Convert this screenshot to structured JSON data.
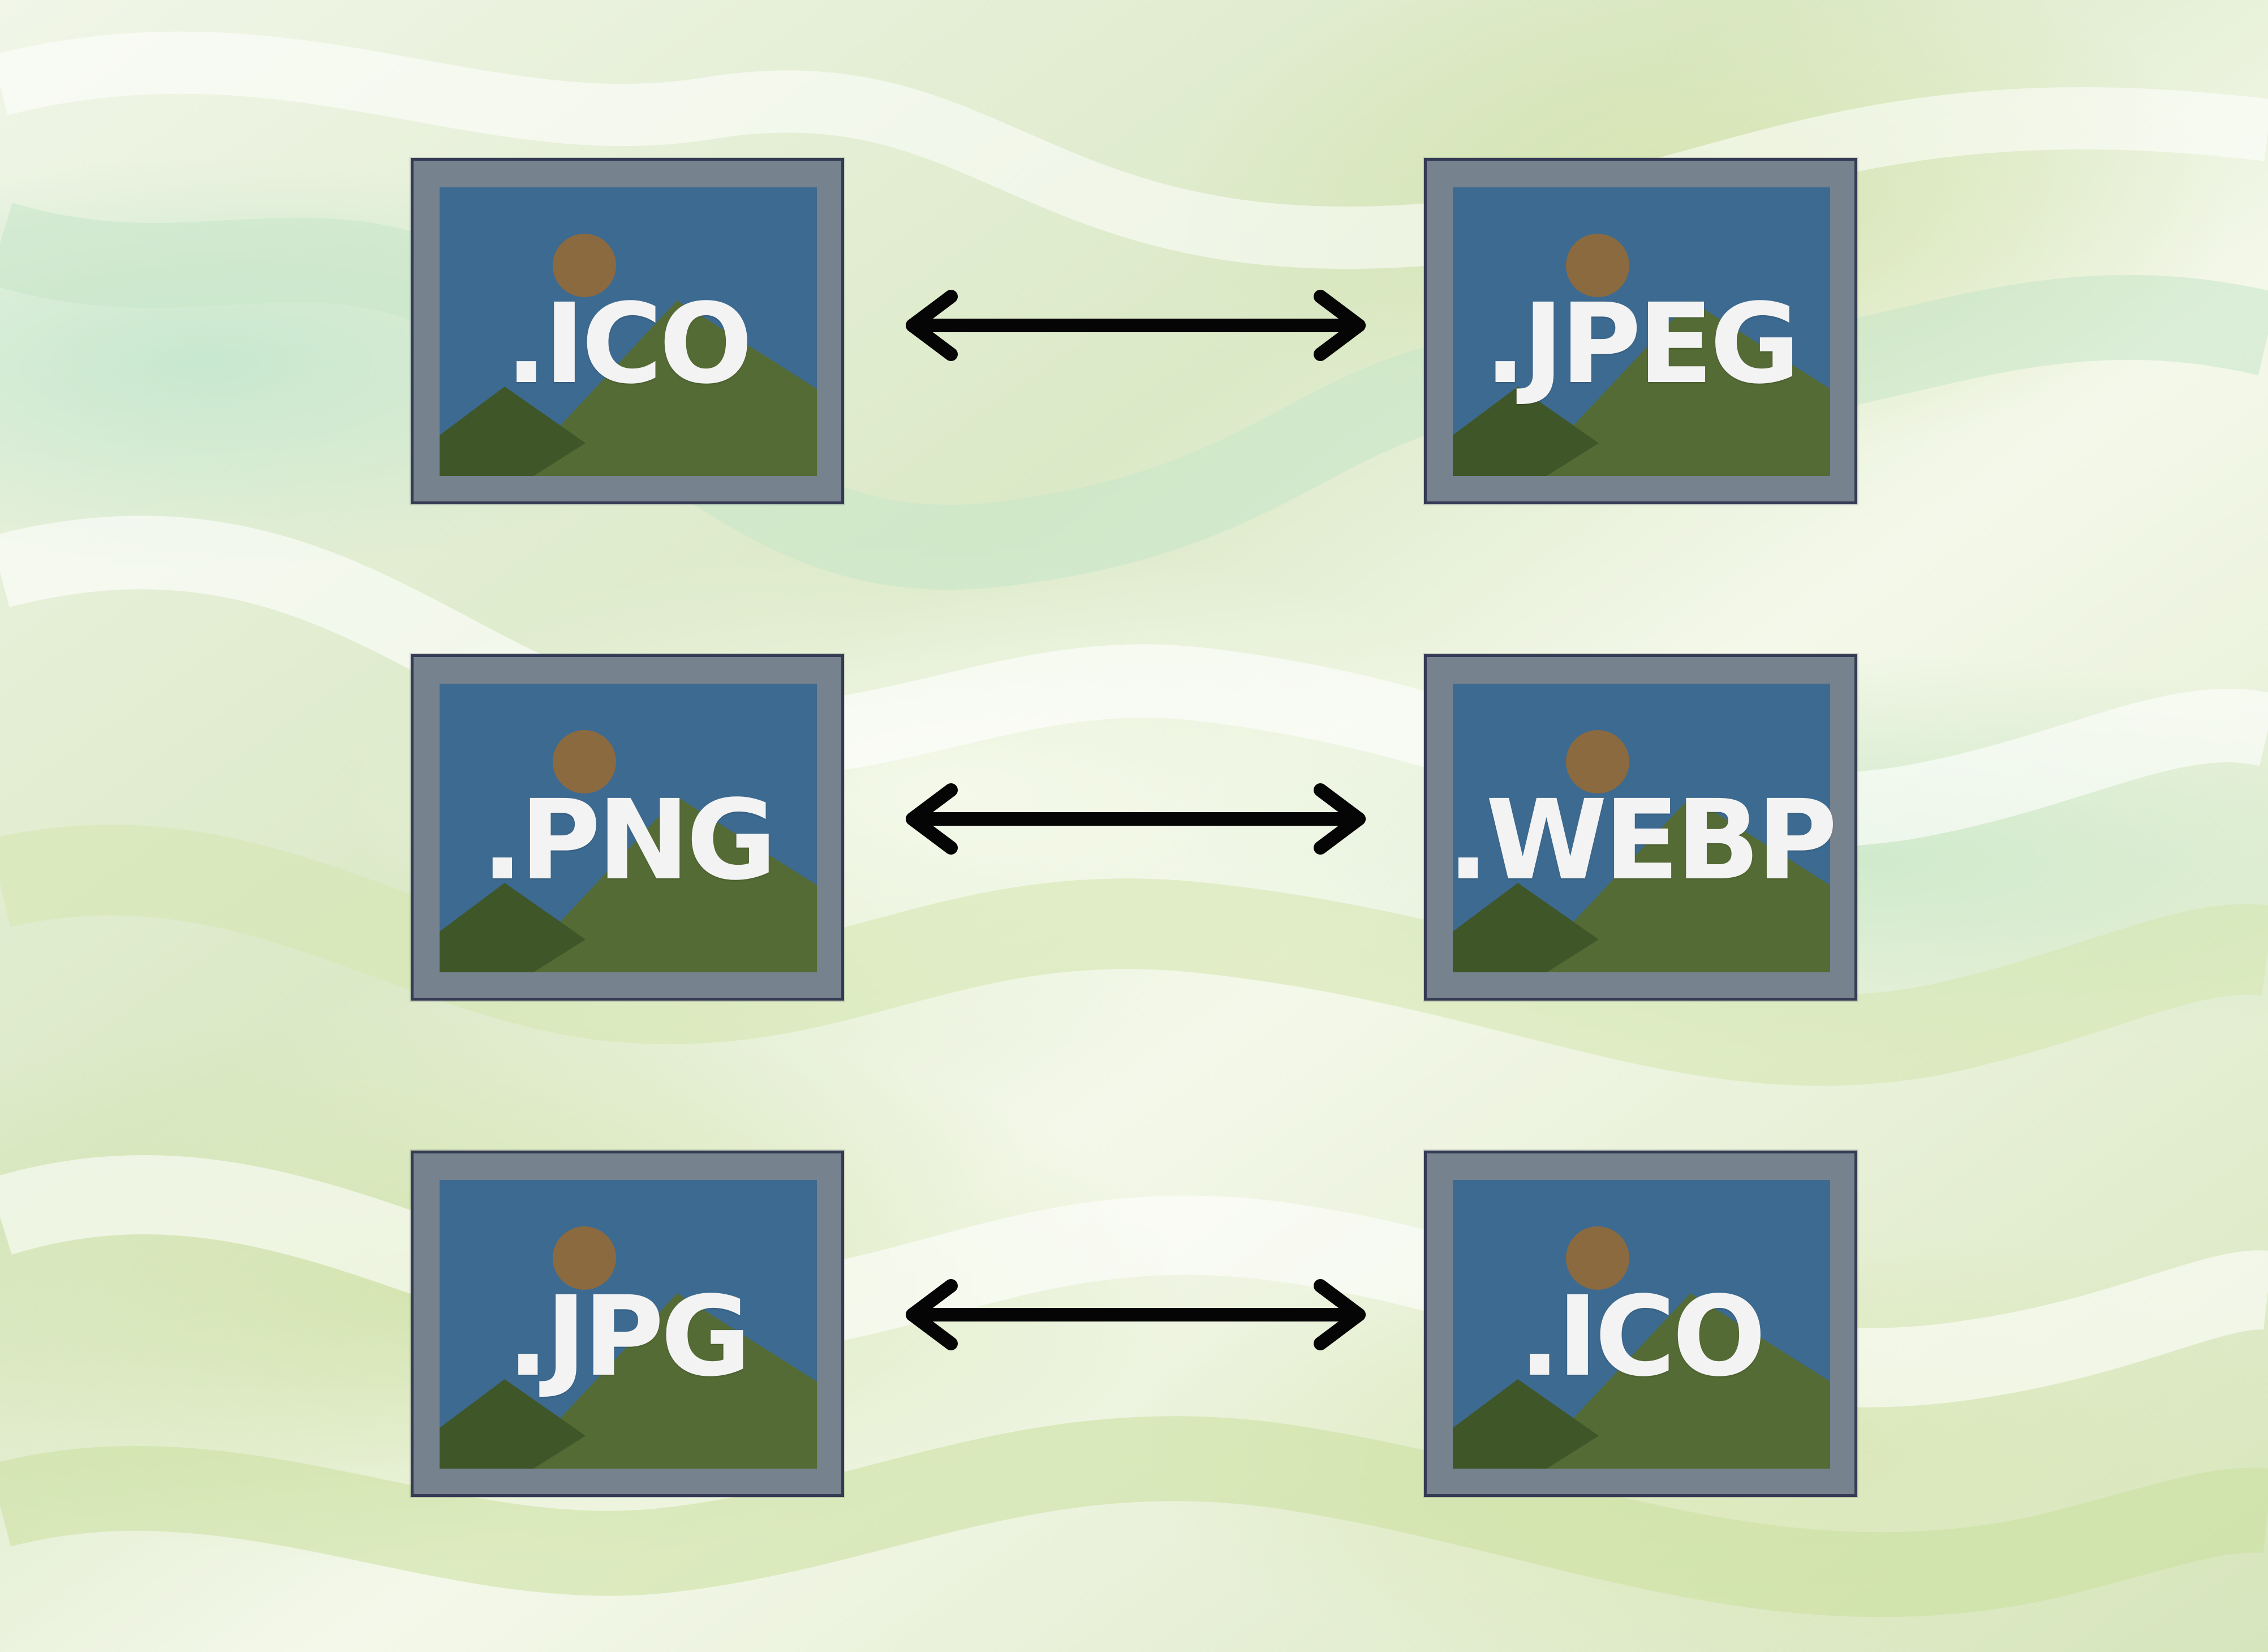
{
  "background": {
    "colors": [
      "#f1f6e8",
      "#dbe9c7",
      "#c8e6cc",
      "#d6e5bc"
    ]
  },
  "diagram": {
    "cards": [
      {
        "label": ".ICO",
        "icon": "image-placeholder-icon"
      },
      {
        "label": ".JPEG",
        "icon": "image-placeholder-icon"
      },
      {
        "label": ".PNG",
        "icon": "image-placeholder-icon"
      },
      {
        "label": ".WEBP",
        "icon": "image-placeholder-icon"
      },
      {
        "label": ".JPG",
        "icon": "image-placeholder-icon"
      },
      {
        "label": ".ICO",
        "icon": "image-placeholder-icon"
      }
    ],
    "connectors": [
      {
        "from": ".ICO",
        "to": ".JPEG",
        "icon": "double-arrow-icon"
      },
      {
        "from": ".PNG",
        "to": ".WEBP",
        "icon": "double-arrow-icon"
      },
      {
        "from": ".JPG",
        "to": ".ICO",
        "icon": "double-arrow-icon"
      }
    ],
    "colors": {
      "card_border": "#353b55",
      "card_frame": "#76828d",
      "sky": "#3d6a90",
      "sun": "#8b6a3f",
      "hill_back": "#546b35",
      "hill_front": "#3f5629",
      "label": "#f3f3f3",
      "arrow": "#050505"
    }
  }
}
